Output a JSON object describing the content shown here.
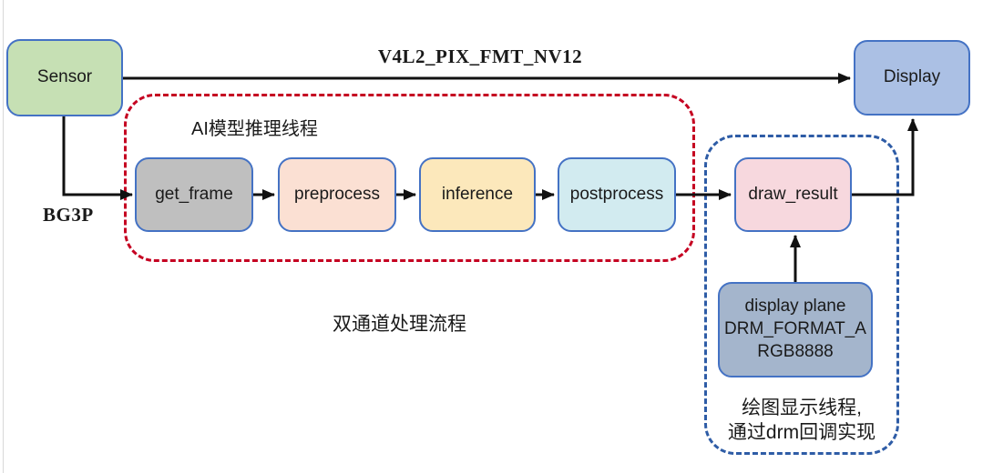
{
  "diagram": {
    "nodes": {
      "sensor": {
        "label": "Sensor",
        "fill": "#c6e0b4"
      },
      "display": {
        "label": "Display",
        "fill": "#abc0e4"
      },
      "get_frame": {
        "label": "get_frame",
        "fill": "#bfbfbf"
      },
      "preprocess": {
        "label": "preprocess",
        "fill": "#fbe0d3"
      },
      "inference": {
        "label": "inference",
        "fill": "#fce8bb"
      },
      "postprocess": {
        "label": "postprocess",
        "fill": "#d2ebf0"
      },
      "draw_result": {
        "label": "draw_result",
        "fill": "#f7d8de"
      },
      "display_plane": {
        "lines": [
          "display plane",
          "DRM_FORMAT_A",
          "RGB8888"
        ],
        "fill": "#a4b5cc"
      }
    },
    "edge_labels": {
      "v4l2": "V4L2_PIX_FMT_NV12",
      "bg3p": "BG3P"
    },
    "groups": {
      "ai_thread": {
        "label": "AI模型推理线程",
        "border_color": "#c50021"
      },
      "draw_thread": {
        "caption_lines": [
          "绘图显示线程,",
          "通过drm回调实现"
        ],
        "border_color": "#2e5ca6"
      }
    },
    "caption": "双通道处理流程",
    "colors": {
      "node_border": "#4472c4",
      "arrow": "#111111"
    }
  }
}
